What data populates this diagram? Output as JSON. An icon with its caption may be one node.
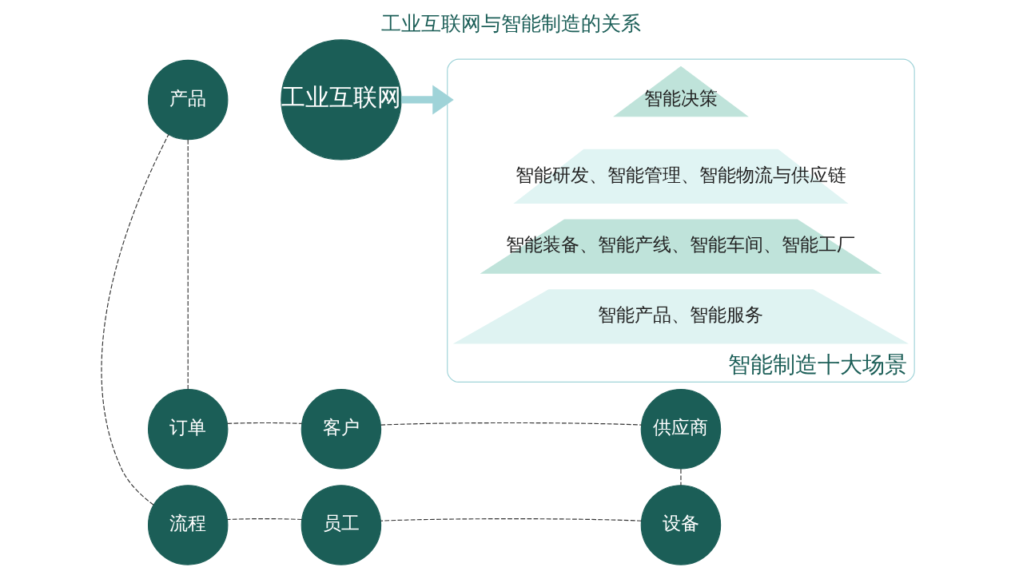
{
  "diagram": {
    "title": "工业互联网与智能制造的关系",
    "nodes": [
      {
        "text": [
          "工业互联网"
        ]
      },
      {
        "text": [
          "客户"
        ]
      },
      {
        "text": [
          "供应商"
        ]
      },
      {
        "text": [
          "设备"
        ]
      },
      {
        "text": [
          "员工"
        ]
      },
      {
        "text": [
          "流程"
        ]
      },
      {
        "text": [
          "产品"
        ]
      },
      {
        "text": [
          "订单"
        ]
      },
      {
        "text": [
          "智能制造十大场景"
        ]
      },
      {
        "text": [
          "智能决策"
        ],
        "in": 8
      },
      {
        "text": [
          "智能研发、智能管理、智能物流与供应链"
        ],
        "in": 8
      },
      {
        "text": [
          "智能装备、智能产线、智能车间、智能工厂"
        ],
        "in": 8
      },
      {
        "text": [
          "智能产品、智能服务"
        ],
        "in": 8
      }
    ],
    "edges": [
      {
        "from": 1,
        "to": 2,
        "arrow": "none",
        "style": "dashed"
      },
      {
        "from": 2,
        "to": 3,
        "arrow": "none",
        "style": "dashed"
      },
      {
        "from": 3,
        "to": 4,
        "arrow": "none",
        "style": "dashed"
      },
      {
        "from": 4,
        "to": 5,
        "arrow": "none",
        "style": "dashed"
      },
      {
        "from": 5,
        "to": 6,
        "arrow": "none",
        "style": "dashed"
      },
      {
        "from": 6,
        "to": 7,
        "arrow": "none",
        "style": "dashed"
      },
      {
        "from": 7,
        "to": 1,
        "arrow": "none",
        "style": "dashed"
      },
      {
        "from": 0,
        "to": 8,
        "arrow": "to",
        "style": "thick",
        "color": "#9fd3d8"
      }
    ]
  }
}
